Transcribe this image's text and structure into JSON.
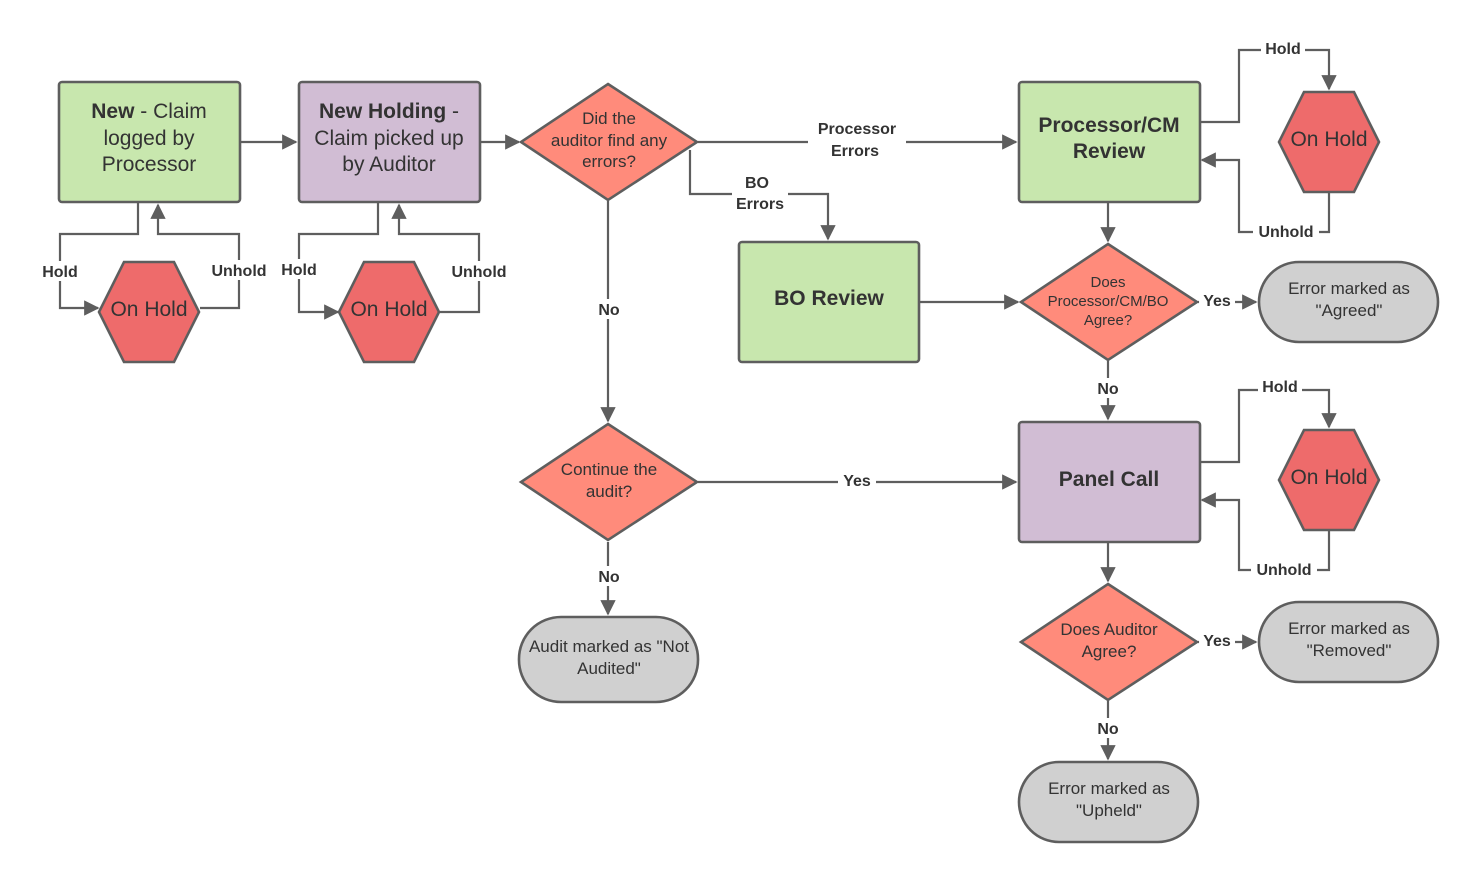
{
  "nodes": {
    "new_claim": {
      "bold": "New",
      "line1_rest": " - Claim",
      "line2": "logged by",
      "line3": "Processor"
    },
    "new_holding": {
      "bold": "New Holding",
      "line1_rest": " -",
      "line2": "Claim picked up",
      "line3": "by Auditor"
    },
    "errors_decision": {
      "line1": "Did the",
      "line2": "auditor find any",
      "line3": "errors?"
    },
    "continue_decision": {
      "line1": "Continue the",
      "line2": "audit?"
    },
    "not_audited": {
      "line1": "Audit marked as \"Not",
      "line2": "Audited\""
    },
    "processor_review": {
      "line1": "Processor/CM",
      "line2": "Review"
    },
    "bo_review": {
      "line1": "BO Review"
    },
    "agree_decision": {
      "line1": "Does",
      "line2": "Processor/CM/BO",
      "line3": "Agree?"
    },
    "agreed": {
      "line1": "Error marked as",
      "line2": "\"Agreed\""
    },
    "panel_call": {
      "line1": "Panel Call"
    },
    "auditor_agree": {
      "line1": "Does Auditor",
      "line2": "Agree?"
    },
    "removed": {
      "line1": "Error marked as",
      "line2": "\"Removed\""
    },
    "upheld": {
      "line1": "Error marked as",
      "line2": "\"Upheld\""
    },
    "on_hold": "On Hold"
  },
  "edges": {
    "hold": "Hold",
    "unhold": "Unhold",
    "no": "No",
    "yes": "Yes",
    "processor_errors": {
      "line1": "Processor",
      "line2": "Errors"
    },
    "bo_errors": {
      "line1": "BO",
      "line2": "Errors"
    }
  },
  "colors": {
    "process_green": "#c8e7ae",
    "process_purple": "#d1bdd4",
    "decision": "#ff8b7b",
    "hold": "#ee6b6b",
    "terminal": "#d0d0d0",
    "stroke": "#5e5e5e"
  }
}
